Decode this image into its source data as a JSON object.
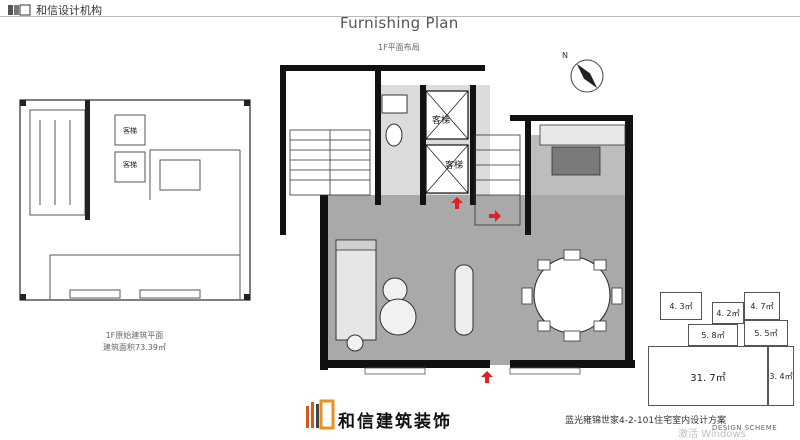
{
  "brand": {
    "name": "和信设计机构",
    "footer_name": "和信建筑装饰"
  },
  "title": "Furnishing Plan",
  "subtitle": "1F平面布局",
  "left_plan": {
    "caption_line1": "1F原始建筑平面",
    "caption_line2": "建筑面积73.39㎡",
    "labels": {
      "lift": "客梯"
    }
  },
  "main_plan": {
    "labels": {
      "lift_a": "客梯",
      "lift_b": "客梯"
    }
  },
  "areas": {
    "a1": "4. 3㎡",
    "a2": "4. 7㎡",
    "a3": "4. 2㎡",
    "a4": "5. 8㎡",
    "a5": "5. 5㎡",
    "a6": "31. 7㎡",
    "a7": "3. 4㎡"
  },
  "project_title": "蓝光雍锦世家4-2-101住宅室内设计方案",
  "design_scheme": "DESIGN SCHEME",
  "watermark": "激活 Windows",
  "colors": {
    "accent": "#e02020",
    "wall": "#111111",
    "floor": "#a9a9a9"
  }
}
